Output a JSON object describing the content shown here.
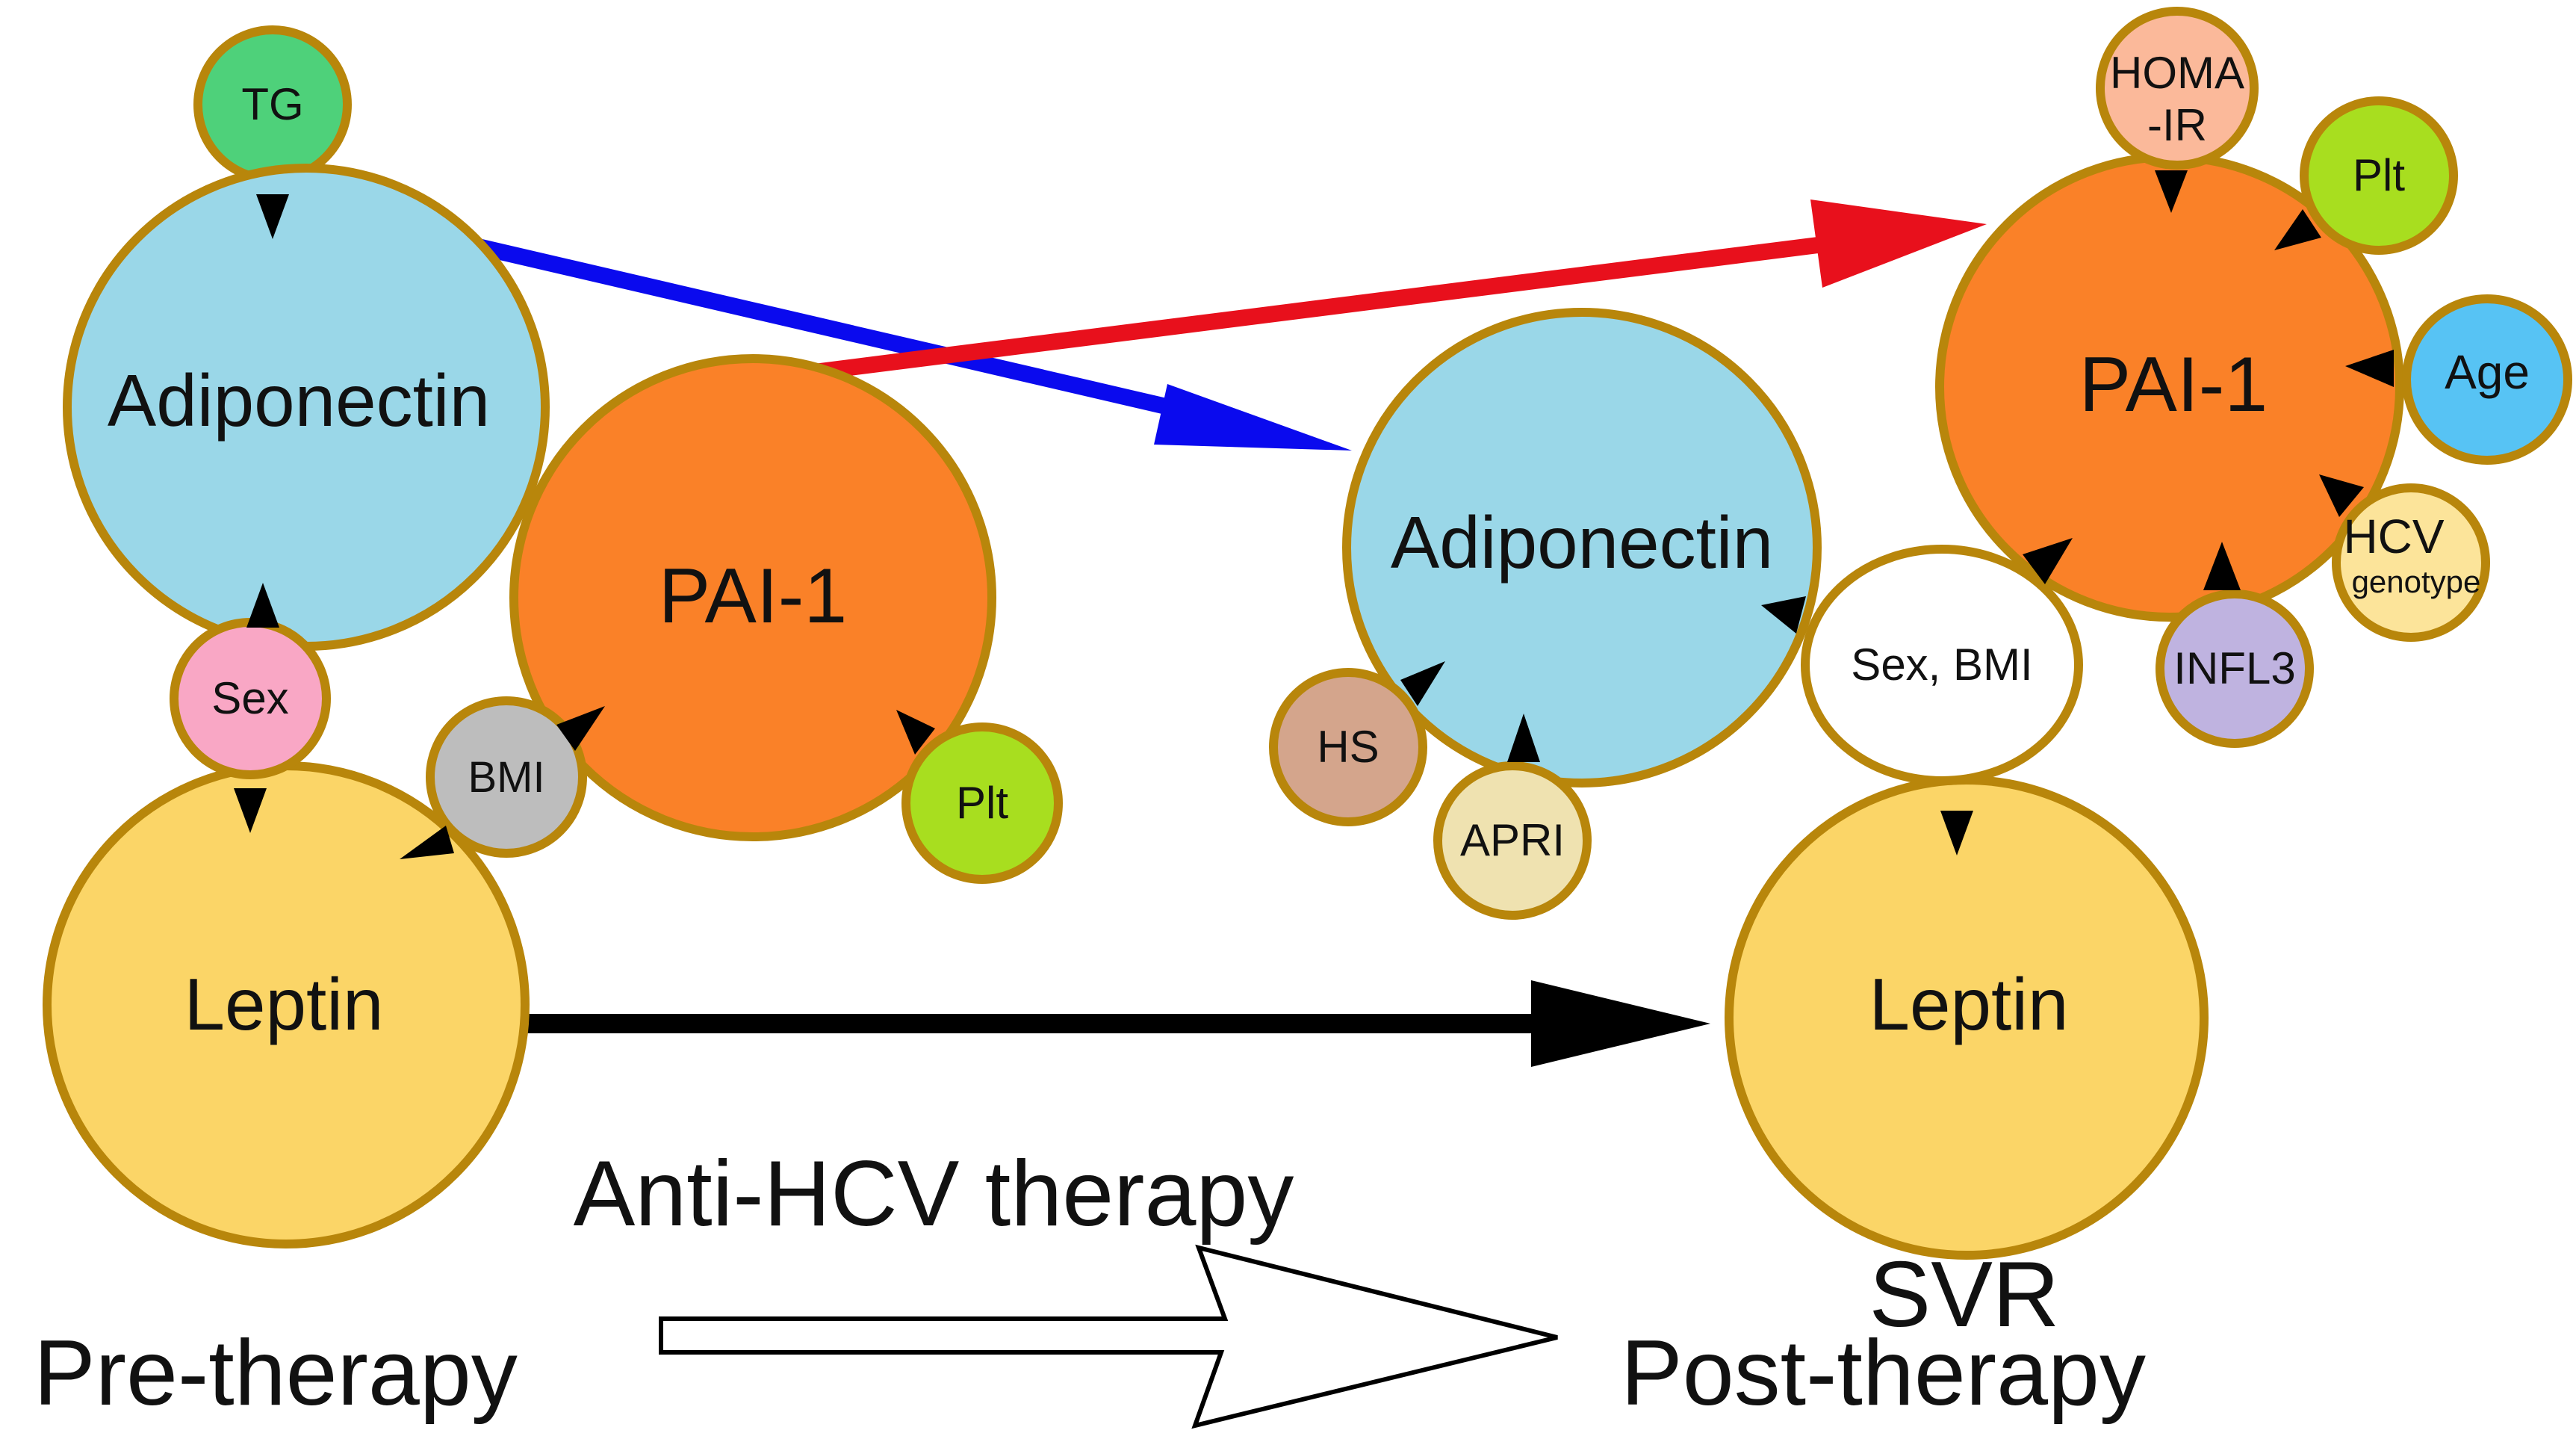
{
  "colors": {
    "border": "#B8860B",
    "adiponectin": "#9AD7E8",
    "pai1": "#FA8128",
    "leptin": "#FBD567",
    "tg": "#4ED17A",
    "sex": "#F9A7C5",
    "bmi": "#BDBDBD",
    "plt": "#A8DE1F",
    "homa": "#FBB99A",
    "age": "#57C3F4",
    "hcv_genotype": "#FCE49A",
    "infl3": "#BFB3E0",
    "hs": "#D4A58C",
    "apri": "#EFE2B0",
    "sex_bmi": "#FFFFFF",
    "arrow_blue": "#0A0AEE",
    "arrow_red": "#E8101C",
    "arrow_black": "#000000"
  },
  "pre": {
    "tg": "TG",
    "adiponectin": "Adiponectin",
    "pai1": "PAI-1",
    "sex": "Sex",
    "bmi": "BMI",
    "plt": "Plt",
    "leptin": "Leptin"
  },
  "post": {
    "homa_line1": "HOMA",
    "homa_line2": "-IR",
    "plt": "Plt",
    "pai1": "PAI-1",
    "age": "Age",
    "hcv_line1": "HCV",
    "hcv_line2": "genotype",
    "infl3": "INFL3",
    "sex_bmi": "Sex, BMI",
    "adiponectin": "Adiponectin",
    "hs": "HS",
    "apri": "APRI",
    "leptin": "Leptin"
  },
  "captions": {
    "therapy": "Anti-HCV therapy",
    "pre_therapy": "Pre-therapy",
    "svr": "SVR",
    "post_therapy": "Post-therapy"
  }
}
